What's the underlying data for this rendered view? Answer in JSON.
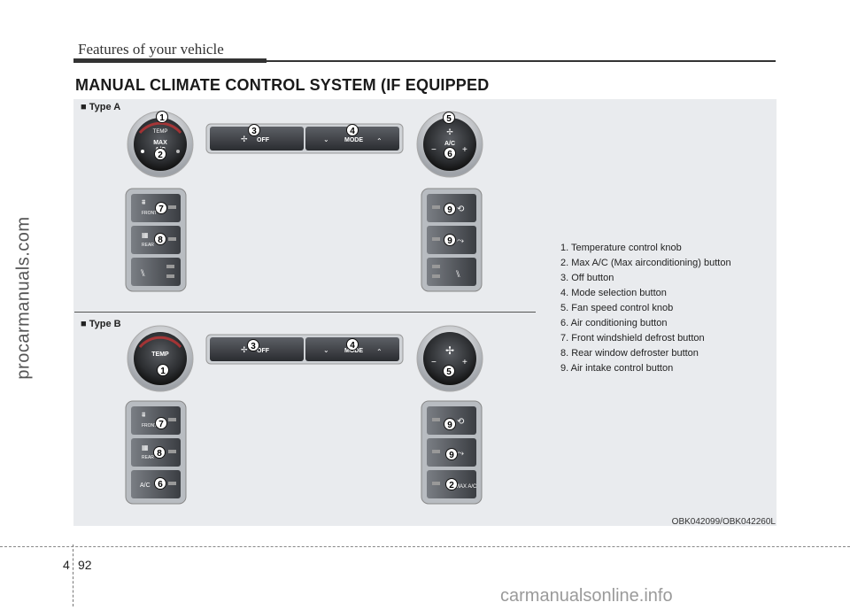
{
  "header": {
    "title": "Features of your vehicle"
  },
  "section_title": "MANUAL CLIMATE CONTROL SYSTEM (IF EQUIPPED",
  "type_a_label": "■ Type A",
  "type_b_label": "■ Type B",
  "controls": {
    "temp": "TEMP",
    "max": "MAX",
    "ac": "A/C",
    "off": "OFF",
    "mode": "MODE",
    "front": "FRONT",
    "rear": "REAR",
    "ac_button": "A/C",
    "max_ac": "MAX A/C",
    "minus": "−",
    "plus": "+"
  },
  "callouts": {
    "n1": "1",
    "n2": "2",
    "n3": "3",
    "n4": "4",
    "n5": "5",
    "n6": "6",
    "n7": "7",
    "n8": "8",
    "n9": "9"
  },
  "legend": [
    "1. Temperature control knob",
    "2. Max A/C (Max airconditioning) button",
    "3. Off button",
    "4. Mode selection button",
    "5. Fan speed control knob",
    "6. Air conditioning button",
    "7. Front windshield defrost button",
    "8. Rear window defroster button",
    "9. Air intake control button"
  ],
  "figure_code": "OBK042099/OBK042260L",
  "page": {
    "chapter": "4",
    "number": "92"
  },
  "watermarks": {
    "side": "procarmanuals.com",
    "bottom": "carmanualsonline.info"
  }
}
